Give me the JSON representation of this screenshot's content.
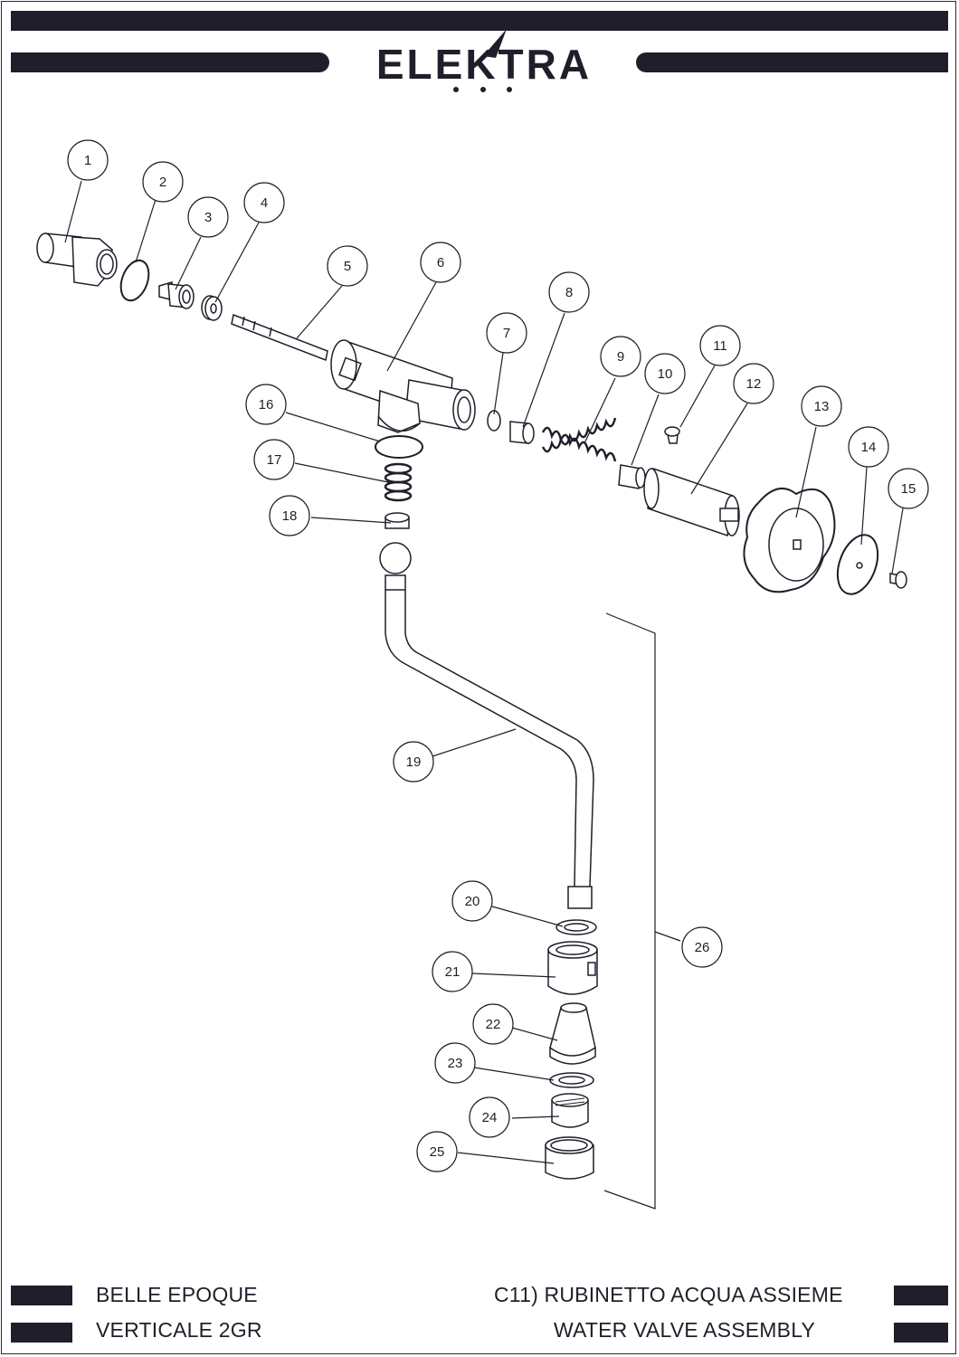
{
  "brand": {
    "name": "ELEKTRA"
  },
  "footer": {
    "model_line1": "BELLE EPOQUE",
    "model_line2": "VERTICALE 2GR",
    "title_it": "C11)  RUBINETTO ACQUA ASSIEME",
    "title_en": "WATER VALVE ASSEMBLY"
  },
  "callouts": [
    "1",
    "2",
    "3",
    "4",
    "5",
    "6",
    "7",
    "8",
    "9",
    "10",
    "11",
    "12",
    "13",
    "14",
    "15",
    "16",
    "17",
    "18",
    "19",
    "20",
    "21",
    "22",
    "23",
    "24",
    "25",
    "26"
  ],
  "colors": {
    "ink": "#1f1f2b",
    "background": "#ffffff"
  }
}
